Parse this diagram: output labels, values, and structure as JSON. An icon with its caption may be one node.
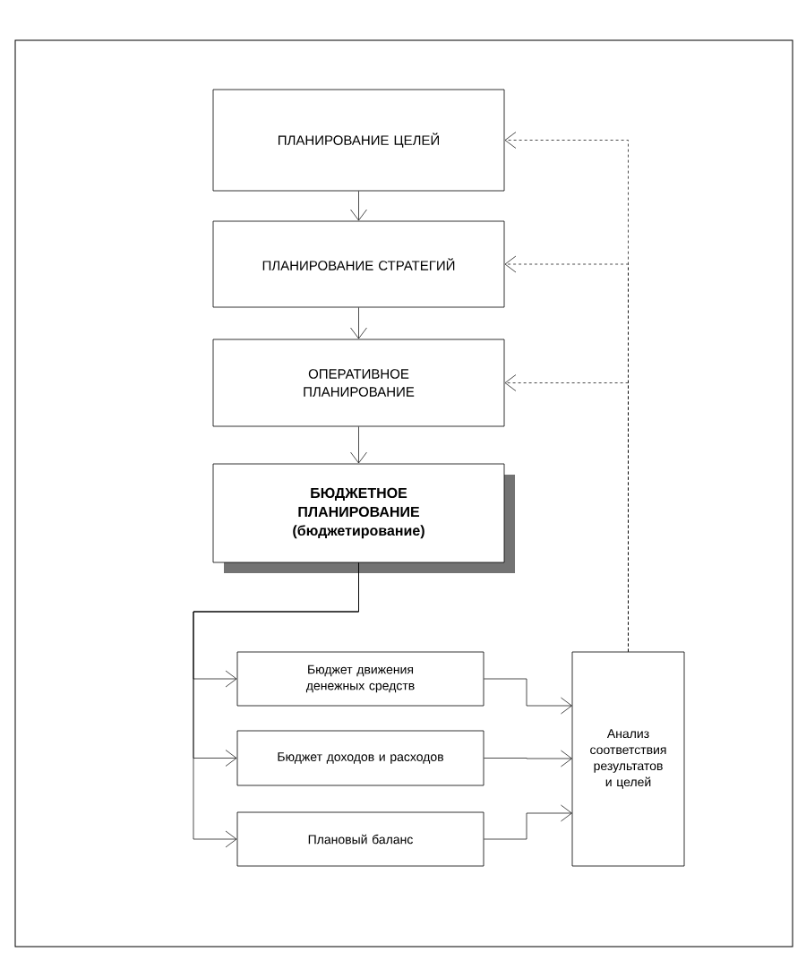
{
  "diagram": {
    "nodes": [
      {
        "text": [
          "ПЛАНИРОВАНИЕ ЦЕЛЕЙ"
        ]
      },
      {
        "text": [
          "ПЛАНИРОВАНИЕ СТРАТЕГИЙ"
        ]
      },
      {
        "text": [
          "ОПЕРАТИВНОЕ ПЛАНИРОВАНИЕ"
        ]
      },
      {
        "text": [
          "БЮДЖЕТНОЕ ПЛАНИРОВАНИЕ (бюджетирование)"
        ]
      },
      {
        "text": [
          "Бюджет движения денежных средств"
        ]
      },
      {
        "text": [
          "Бюджет доходов и расходов"
        ]
      },
      {
        "text": [
          "Плановый баланс"
        ]
      },
      {
        "text": [
          "Анализ соответствия результатов и целей"
        ]
      }
    ],
    "edges": [
      {
        "from": 0,
        "to": 1,
        "arrow": "to"
      },
      {
        "from": 1,
        "to": 2,
        "arrow": "to"
      },
      {
        "from": 2,
        "to": 3,
        "arrow": "to"
      },
      {
        "from": 3,
        "to": 4,
        "arrow": "to"
      },
      {
        "from": 3,
        "to": 5,
        "arrow": "to"
      },
      {
        "from": 3,
        "to": 6,
        "arrow": "to"
      },
      {
        "from": 4,
        "to": 7,
        "arrow": "to"
      },
      {
        "from": 5,
        "to": 7,
        "arrow": "to"
      },
      {
        "from": 6,
        "to": 7,
        "arrow": "to"
      },
      {
        "from": 7,
        "to": 0,
        "arrow": "to",
        "style": "dashed"
      },
      {
        "from": 7,
        "to": 1,
        "arrow": "to",
        "style": "dashed"
      },
      {
        "from": 7,
        "to": 2,
        "arrow": "to",
        "style": "dashed"
      }
    ]
  }
}
